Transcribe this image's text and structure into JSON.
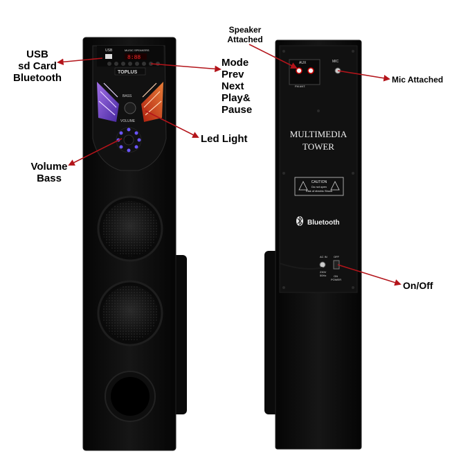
{
  "callouts": {
    "usb_line1": "USB",
    "usb_line2": "sd Card",
    "usb_line3": "Bluetooth",
    "mode_line1": "Mode",
    "mode_line2": "Prev",
    "mode_line3": "Next",
    "mode_line4": "Play&",
    "mode_line5": "Pause",
    "led": "Led Light",
    "volume_line1": "Volume",
    "volume_line2": "Bass",
    "speaker_line1": "Speaker",
    "speaker_line2": "Attached",
    "mic": "Mic Attached",
    "onoff": "On/Off"
  },
  "front_panel": {
    "usb_label": "USB",
    "music_label": "MUSIC SPEAKERS",
    "brand": "TOPLUS",
    "display": "8:88",
    "bass_label": "BASS",
    "volume_label": "VOLUME"
  },
  "back_panel": {
    "aux_label": "AUX",
    "mic_label": "MIC",
    "fm_label": "FM ANT.",
    "title_line1": "MULTIMEDIA",
    "title_line2": "TOWER",
    "caution_title": "CAUTION",
    "caution_line1": "Do not open",
    "caution_line2": "Risk of electric Shock",
    "bluetooth": "Bluetooth",
    "ac_label": "AC IN",
    "voltage_line1": "230V",
    "voltage_line2": "50Hz",
    "off_label": "OFF",
    "on_label": "ON",
    "power_label": "POWER"
  },
  "colors": {
    "speaker_body": "#0d0d0d",
    "arrow": "#b3141a",
    "led_blue": "#5b4bff",
    "led_orange": "#ff5a1f"
  }
}
